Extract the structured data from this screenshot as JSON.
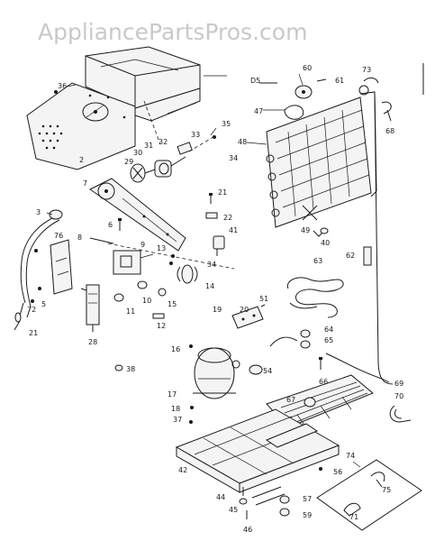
{
  "watermark": "AppliancePartsPros.com",
  "labels": {
    "l2": "2",
    "l3": "3",
    "l5": "5",
    "l6": "6",
    "l7": "7",
    "l8": "8",
    "l9": "9",
    "l10": "10",
    "l11": "11",
    "l12": "12",
    "l13": "13",
    "l14": "14",
    "l15": "15",
    "l16": "16",
    "l17": "17",
    "l18": "18",
    "l19": "19",
    "l20": "20",
    "l21a": "21",
    "l21b": "21",
    "l22": "22",
    "l28": "28",
    "l29": "29",
    "l30": "30",
    "l31": "31",
    "l32": "32",
    "l33": "33",
    "l34a": "34",
    "l34b": "34",
    "l35": "35",
    "l36": "36",
    "l37": "37",
    "l38": "38",
    "l40": "40",
    "l41": "41",
    "l42": "42",
    "l44": "44",
    "l45": "45",
    "l46": "46",
    "l47": "47",
    "l48": "48",
    "l49": "49",
    "l51": "51",
    "l54": "54",
    "l56": "56",
    "l57": "57",
    "l59": "59",
    "l60": "60",
    "l61": "61",
    "l62": "62",
    "l63": "63",
    "l64": "64",
    "l65": "65",
    "l66": "66",
    "l67": "67",
    "l68": "68",
    "l69": "69",
    "l70": "70",
    "l71": "71",
    "l72": "72",
    "l73": "73",
    "l74": "74",
    "l75": "75",
    "l76": "76",
    "d5": "D5"
  }
}
